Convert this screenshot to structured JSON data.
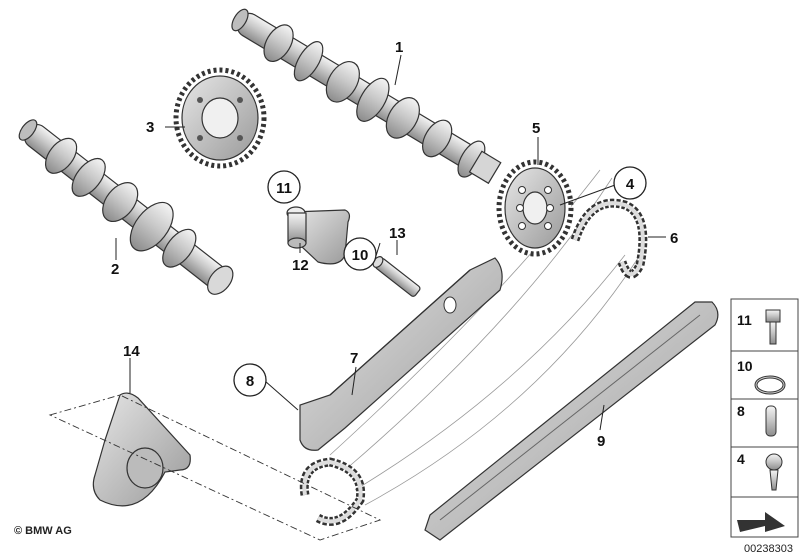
{
  "callouts": {
    "p1": "1",
    "p2": "2",
    "p3": "3",
    "p4": "4",
    "p5": "5",
    "p6": "6",
    "p7": "7",
    "p8": "8",
    "p9": "9",
    "p10": "10",
    "p11": "11",
    "p12": "12",
    "p13": "13",
    "p14": "14"
  },
  "legend": {
    "items": [
      {
        "label": "11",
        "icon": "bolt-icon"
      },
      {
        "label": "10",
        "icon": "o-ring-icon"
      },
      {
        "label": "8",
        "icon": "pin-icon"
      },
      {
        "label": "4",
        "icon": "screw-icon"
      }
    ]
  },
  "footer": {
    "copyright": "© BMW AG",
    "doc_number": "00238303"
  }
}
